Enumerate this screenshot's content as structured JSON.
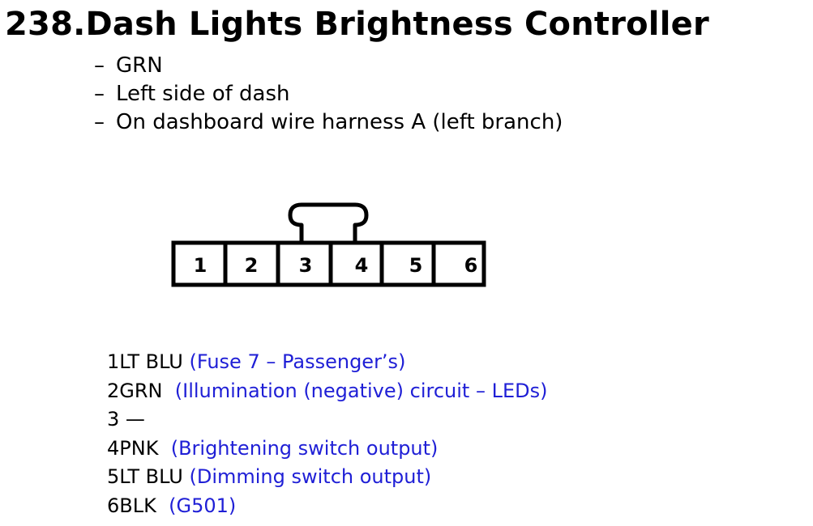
{
  "title": "238.Dash Lights Brightness Controller",
  "details": [
    "GRN",
    "Left side of dash",
    "On dashboard wire harness A (left branch)"
  ],
  "connector": {
    "pins": [
      "1",
      "2",
      "3",
      "4",
      "5",
      "6"
    ]
  },
  "pin_assignments": [
    {
      "pin": "1",
      "wire": "LT BLU ",
      "desc": "(Fuse 7 – Passenger’s)"
    },
    {
      "pin": "2",
      "wire": "GRN  ",
      "desc": "(Illumination (negative) circuit – LEDs)"
    },
    {
      "pin": "3",
      "wire": " —",
      "desc": ""
    },
    {
      "pin": "4",
      "wire": "PNK  ",
      "desc": "(Brightening switch output)"
    },
    {
      "pin": "5",
      "wire": "LT BLU ",
      "desc": "(Dimming switch output)"
    },
    {
      "pin": "6",
      "wire": "BLK  ",
      "desc": "(G501)"
    }
  ],
  "colors": {
    "description_text": "#1f1fd6",
    "outline": "#000000"
  }
}
